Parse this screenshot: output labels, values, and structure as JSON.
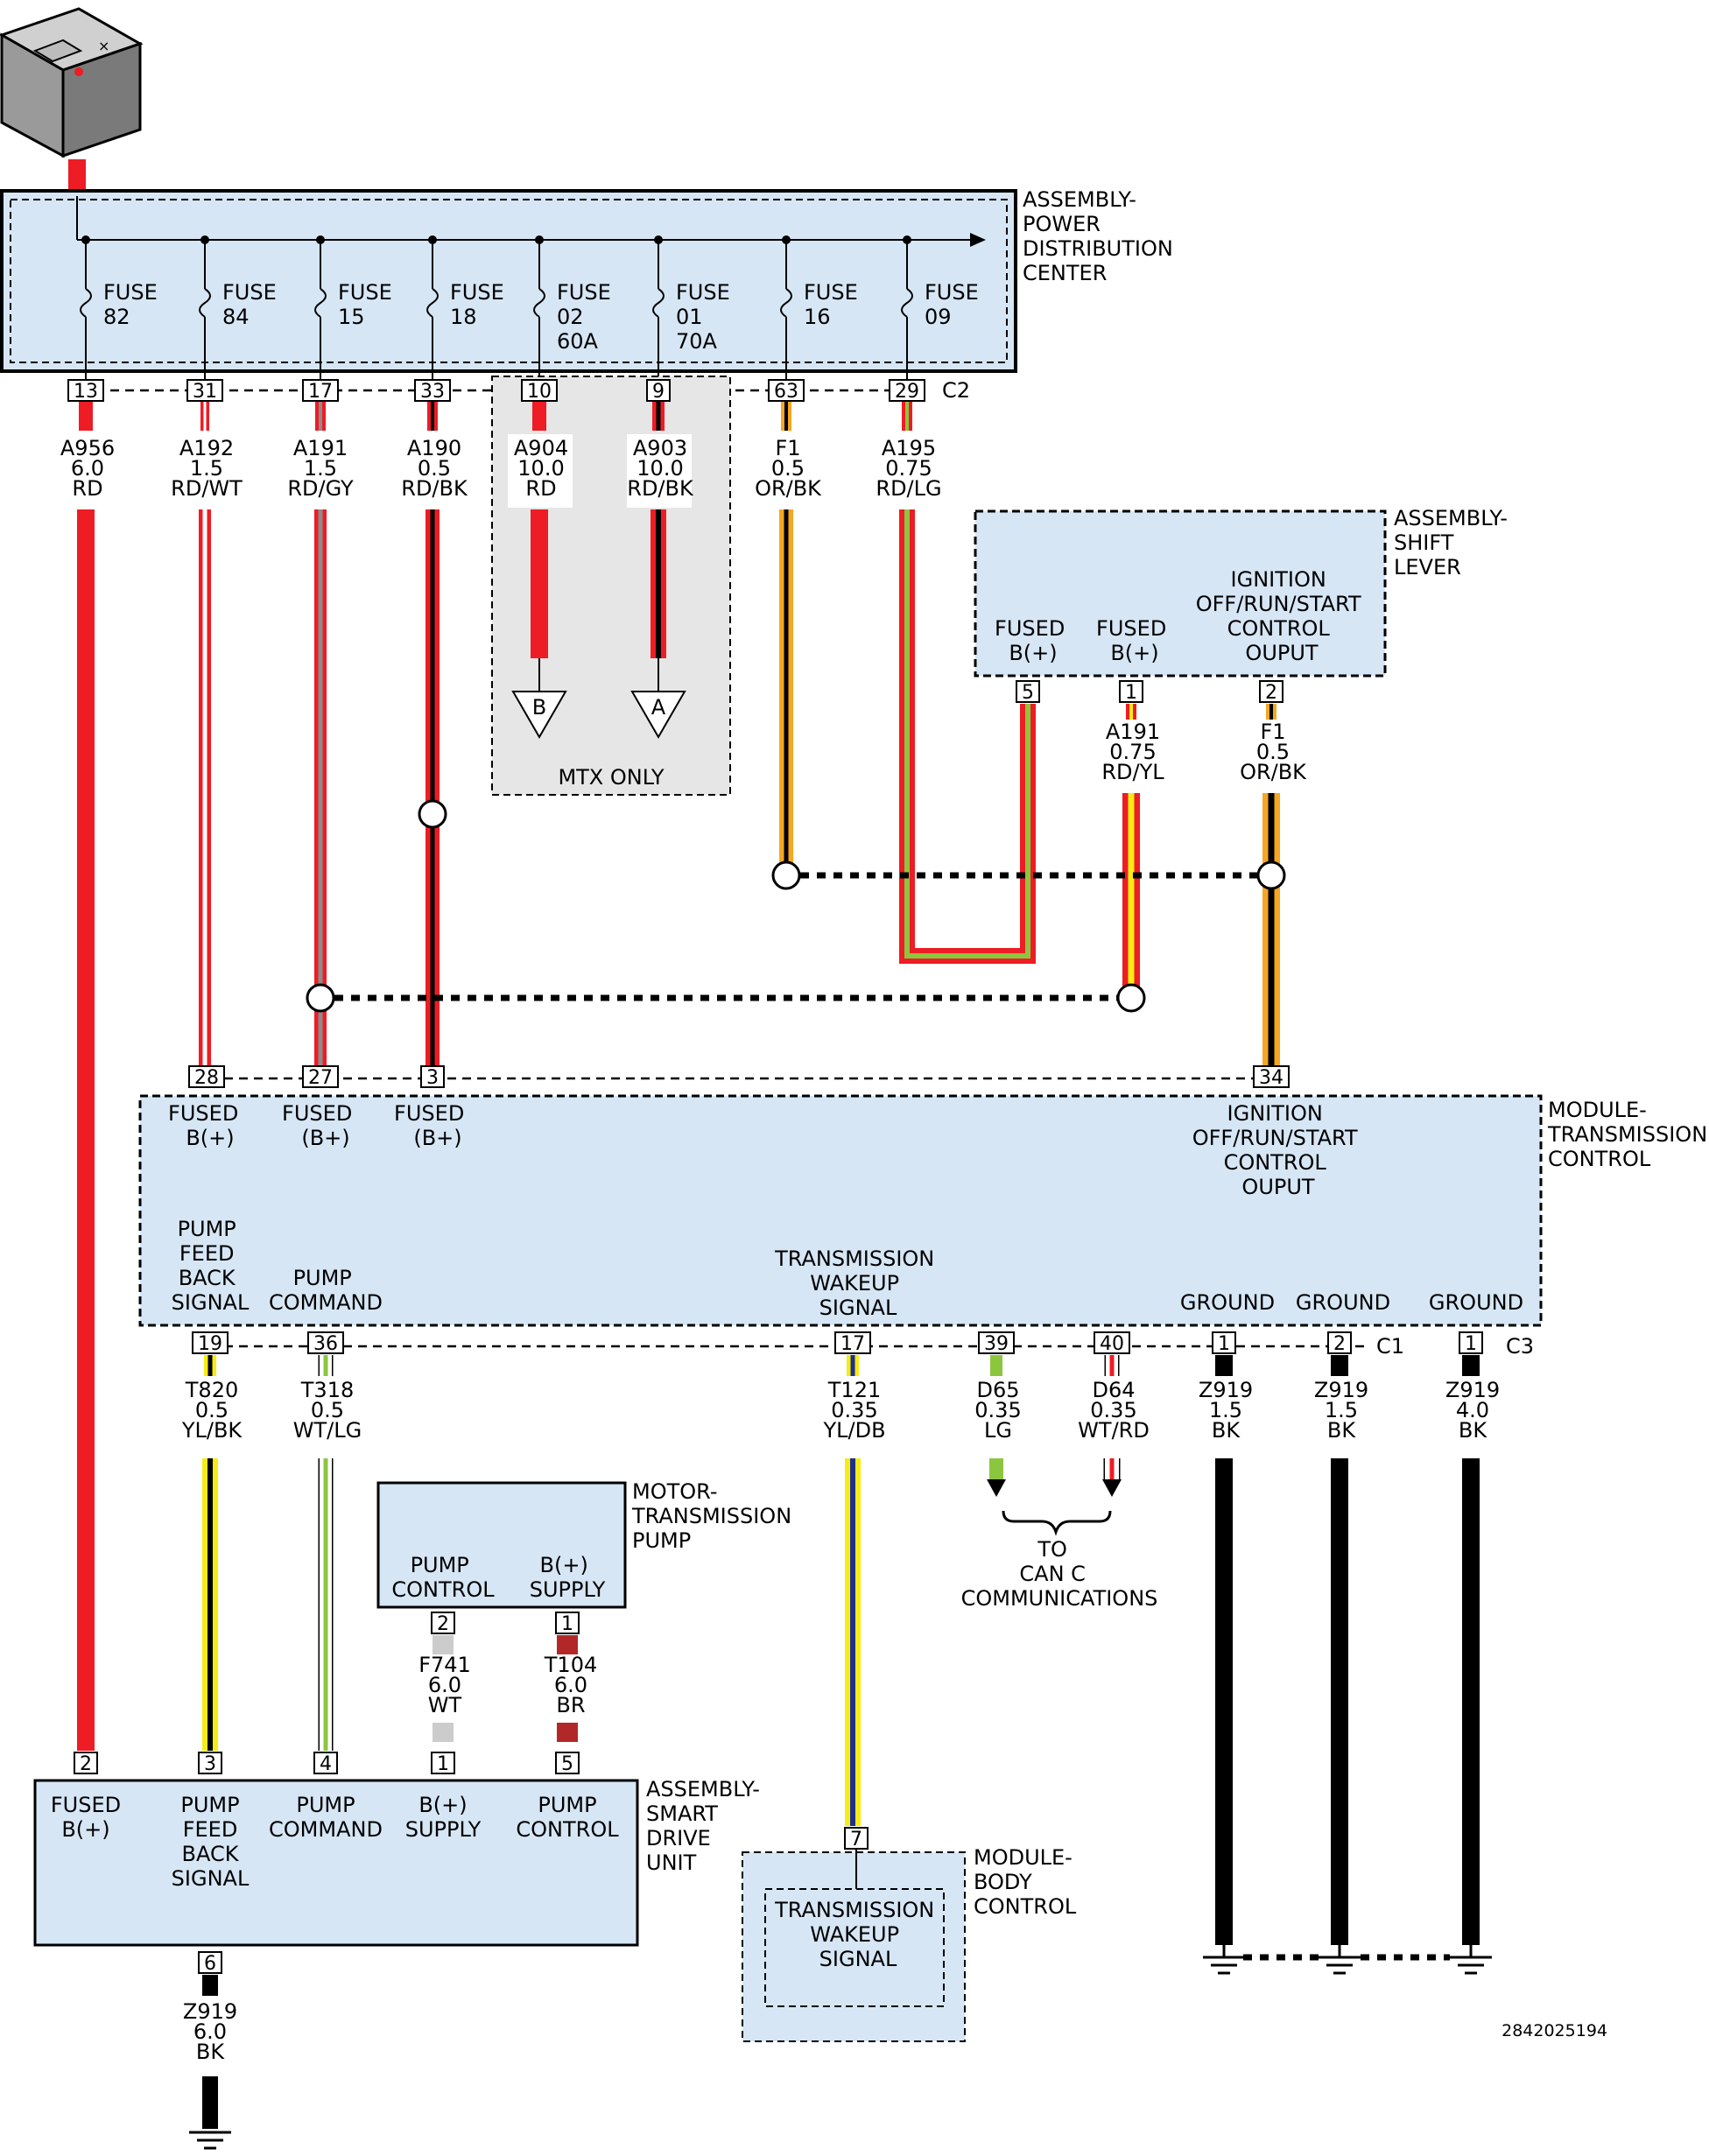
{
  "colors": {
    "RD": "#ee1c24",
    "BK": "#000000",
    "WT": "#ffffff",
    "GY": "#8c8c8c",
    "OR": "#f5a623",
    "LG": "#8cc63f",
    "YL": "#f7ec13",
    "DB": "#1f2f8a",
    "BR": "#b22828",
    "fill": "#d6e6f5",
    "gray": "#e6e6e6"
  },
  "pdc": {
    "title": [
      "ASSEMBLY-",
      "POWER",
      "DISTRIBUTION",
      "CENTER"
    ],
    "connector": "C2",
    "fuses": [
      {
        "l1": "FUSE",
        "l2": "82",
        "l3": ""
      },
      {
        "l1": "FUSE",
        "l2": "84",
        "l3": ""
      },
      {
        "l1": "FUSE",
        "l2": "15",
        "l3": ""
      },
      {
        "l1": "FUSE",
        "l2": "18",
        "l3": ""
      },
      {
        "l1": "FUSE",
        "l2": "02",
        "l3": "60A"
      },
      {
        "l1": "FUSE",
        "l2": "01",
        "l3": "70A"
      },
      {
        "l1": "FUSE",
        "l2": "16",
        "l3": ""
      },
      {
        "l1": "FUSE",
        "l2": "09",
        "l3": ""
      }
    ],
    "pins": [
      "13",
      "31",
      "17",
      "33",
      "10",
      "9",
      "63",
      "29"
    ]
  },
  "wires_top": [
    {
      "code": "A956",
      "size": "6.0",
      "color": "RD"
    },
    {
      "code": "A192",
      "size": "1.5",
      "color": "RD/WT"
    },
    {
      "code": "A191",
      "size": "1.5",
      "color": "RD/GY"
    },
    {
      "code": "A190",
      "size": "0.5",
      "color": "RD/BK"
    },
    {
      "code": "A904",
      "size": "10.0",
      "color": "RD"
    },
    {
      "code": "A903",
      "size": "10.0",
      "color": "RD/BK"
    },
    {
      "code": "F1",
      "size": "0.5",
      "color": "OR/BK"
    },
    {
      "code": "A195",
      "size": "0.75",
      "color": "RD/LG"
    }
  ],
  "mtx": {
    "label": "MTX ONLY",
    "markers": [
      "B",
      "A"
    ]
  },
  "shift_lever": {
    "title": [
      "ASSEMBLY-",
      "SHIFT",
      "LEVER"
    ],
    "pins": [
      {
        "pin": "5",
        "l1": "FUSED",
        "l2": "B(+)"
      },
      {
        "pin": "1",
        "l1": "FUSED",
        "l2": "B(+)"
      },
      {
        "pin": "2",
        "lines": [
          "IGNITION",
          "OFF/RUN/START",
          "CONTROL",
          "OUPUT"
        ]
      }
    ],
    "wires": [
      {
        "code": "A191",
        "size": "0.75",
        "color": "RD/YL"
      },
      {
        "code": "F1",
        "size": "0.5",
        "color": "OR/BK"
      }
    ]
  },
  "tcm": {
    "title": [
      "MODULE-",
      "TRANSMISSION",
      "CONTROL"
    ],
    "top_pins": [
      {
        "pin": "28",
        "l1": "FUSED",
        "l2": "B(+)"
      },
      {
        "pin": "27",
        "l1": "FUSED",
        "l2": "(B+)"
      },
      {
        "pin": "3",
        "l1": "FUSED",
        "l2": "(B+)"
      },
      {
        "pin": "34",
        "lines": [
          "IGNITION",
          "OFF/RUN/START",
          "CONTROL",
          "OUPUT"
        ]
      }
    ],
    "bottom_labels": {
      "pump_feedback": [
        "PUMP",
        "FEED",
        "BACK",
        "SIGNAL"
      ],
      "pump_command": [
        "PUMP",
        "COMMAND"
      ],
      "wakeup": [
        "TRANSMISSION",
        "WAKEUP",
        "SIGNAL"
      ],
      "ground1": "GROUND",
      "ground2": "GROUND",
      "ground3": "GROUND"
    },
    "bottom_pins": [
      "19",
      "36",
      "17",
      "39",
      "40",
      "1",
      "2",
      "1"
    ],
    "connector_c1": "C1",
    "connector_c3": "C3"
  },
  "wires_bottom": [
    {
      "code": "T820",
      "size": "0.5",
      "color": "YL/BK"
    },
    {
      "code": "T318",
      "size": "0.5",
      "color": "WT/LG"
    },
    {
      "code": "T121",
      "size": "0.35",
      "color": "YL/DB"
    },
    {
      "code": "D65",
      "size": "0.35",
      "color": "LG"
    },
    {
      "code": "D64",
      "size": "0.35",
      "color": "WT/RD"
    },
    {
      "code": "Z919",
      "size": "1.5",
      "color": "BK"
    },
    {
      "code": "Z919",
      "size": "1.5",
      "color": "BK"
    },
    {
      "code": "Z919",
      "size": "4.0",
      "color": "BK"
    }
  ],
  "can_c": [
    "TO",
    "CAN C",
    "COMMUNICATIONS"
  ],
  "pump": {
    "title": [
      "MOTOR-",
      "TRANSMISSION",
      "PUMP"
    ],
    "pins": [
      {
        "pin": "2",
        "l1": "PUMP",
        "l2": "CONTROL"
      },
      {
        "pin": "1",
        "l1": "B(+)",
        "l2": "SUPPLY"
      }
    ],
    "wires": [
      {
        "code": "F741",
        "size": "6.0",
        "color": "WT"
      },
      {
        "code": "T104",
        "size": "6.0",
        "color": "BR"
      }
    ]
  },
  "sdu": {
    "title": [
      "ASSEMBLY-",
      "SMART",
      "DRIVE",
      "UNIT"
    ],
    "pins": [
      {
        "pin": "2",
        "lines": [
          "FUSED",
          "B(+)"
        ]
      },
      {
        "pin": "3",
        "lines": [
          "PUMP",
          "FEED",
          "BACK",
          "SIGNAL"
        ]
      },
      {
        "pin": "4",
        "lines": [
          "PUMP",
          "COMMAND"
        ]
      },
      {
        "pin": "1",
        "lines": [
          "B(+)",
          "SUPPLY"
        ]
      },
      {
        "pin": "5",
        "lines": [
          "PUMP",
          "CONTROL"
        ]
      }
    ],
    "ground_pin": "6",
    "ground_wire": {
      "code": "Z919",
      "size": "6.0",
      "color": "BK"
    }
  },
  "bcm": {
    "title": [
      "MODULE-",
      "BODY",
      "CONTROL"
    ],
    "pin": "7",
    "inner": [
      "TRANSMISSION",
      "WAKEUP",
      "SIGNAL"
    ]
  },
  "ref_number": "2842025194"
}
